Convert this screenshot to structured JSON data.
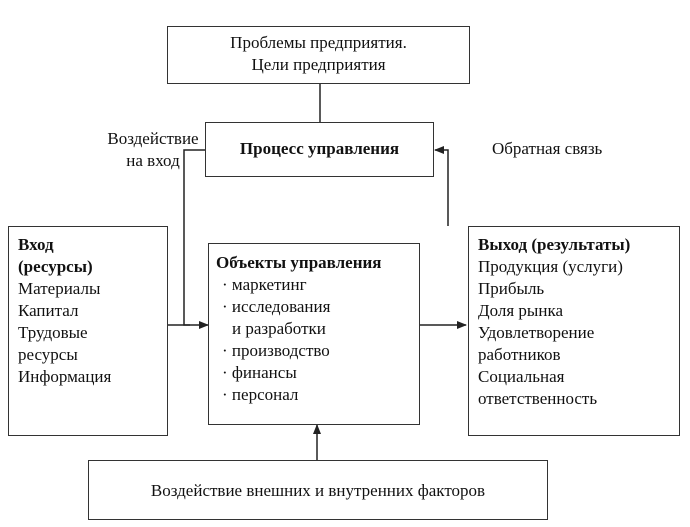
{
  "problems": {
    "line1": "Проблемы предприятия.",
    "line2": "Цели предприятия"
  },
  "input_influence": {
    "line1": "Воздействие",
    "line2": "на вход"
  },
  "management_process": "Процесс управления",
  "feedback": "Обратная связь",
  "input": {
    "title1": "Вход",
    "title2": "(ресурсы)",
    "items": [
      "Материалы",
      "Капитал",
      "Трудовые",
      "ресурсы",
      "Информация"
    ]
  },
  "objects": {
    "title": "Объекты управления",
    "items": [
      "маркетинг",
      "исследования",
      "и разработки",
      "производство",
      "финансы",
      "персонал"
    ]
  },
  "output": {
    "title": "Выход (результаты)",
    "items": [
      "Продукция (услуги)",
      "Прибыль",
      "Доля рынка",
      "Удовлетворение",
      "работников",
      "Социальная",
      "ответственность"
    ]
  },
  "factors": "Воздействие внешних и внутренних факторов",
  "bullet_symbol": "·"
}
